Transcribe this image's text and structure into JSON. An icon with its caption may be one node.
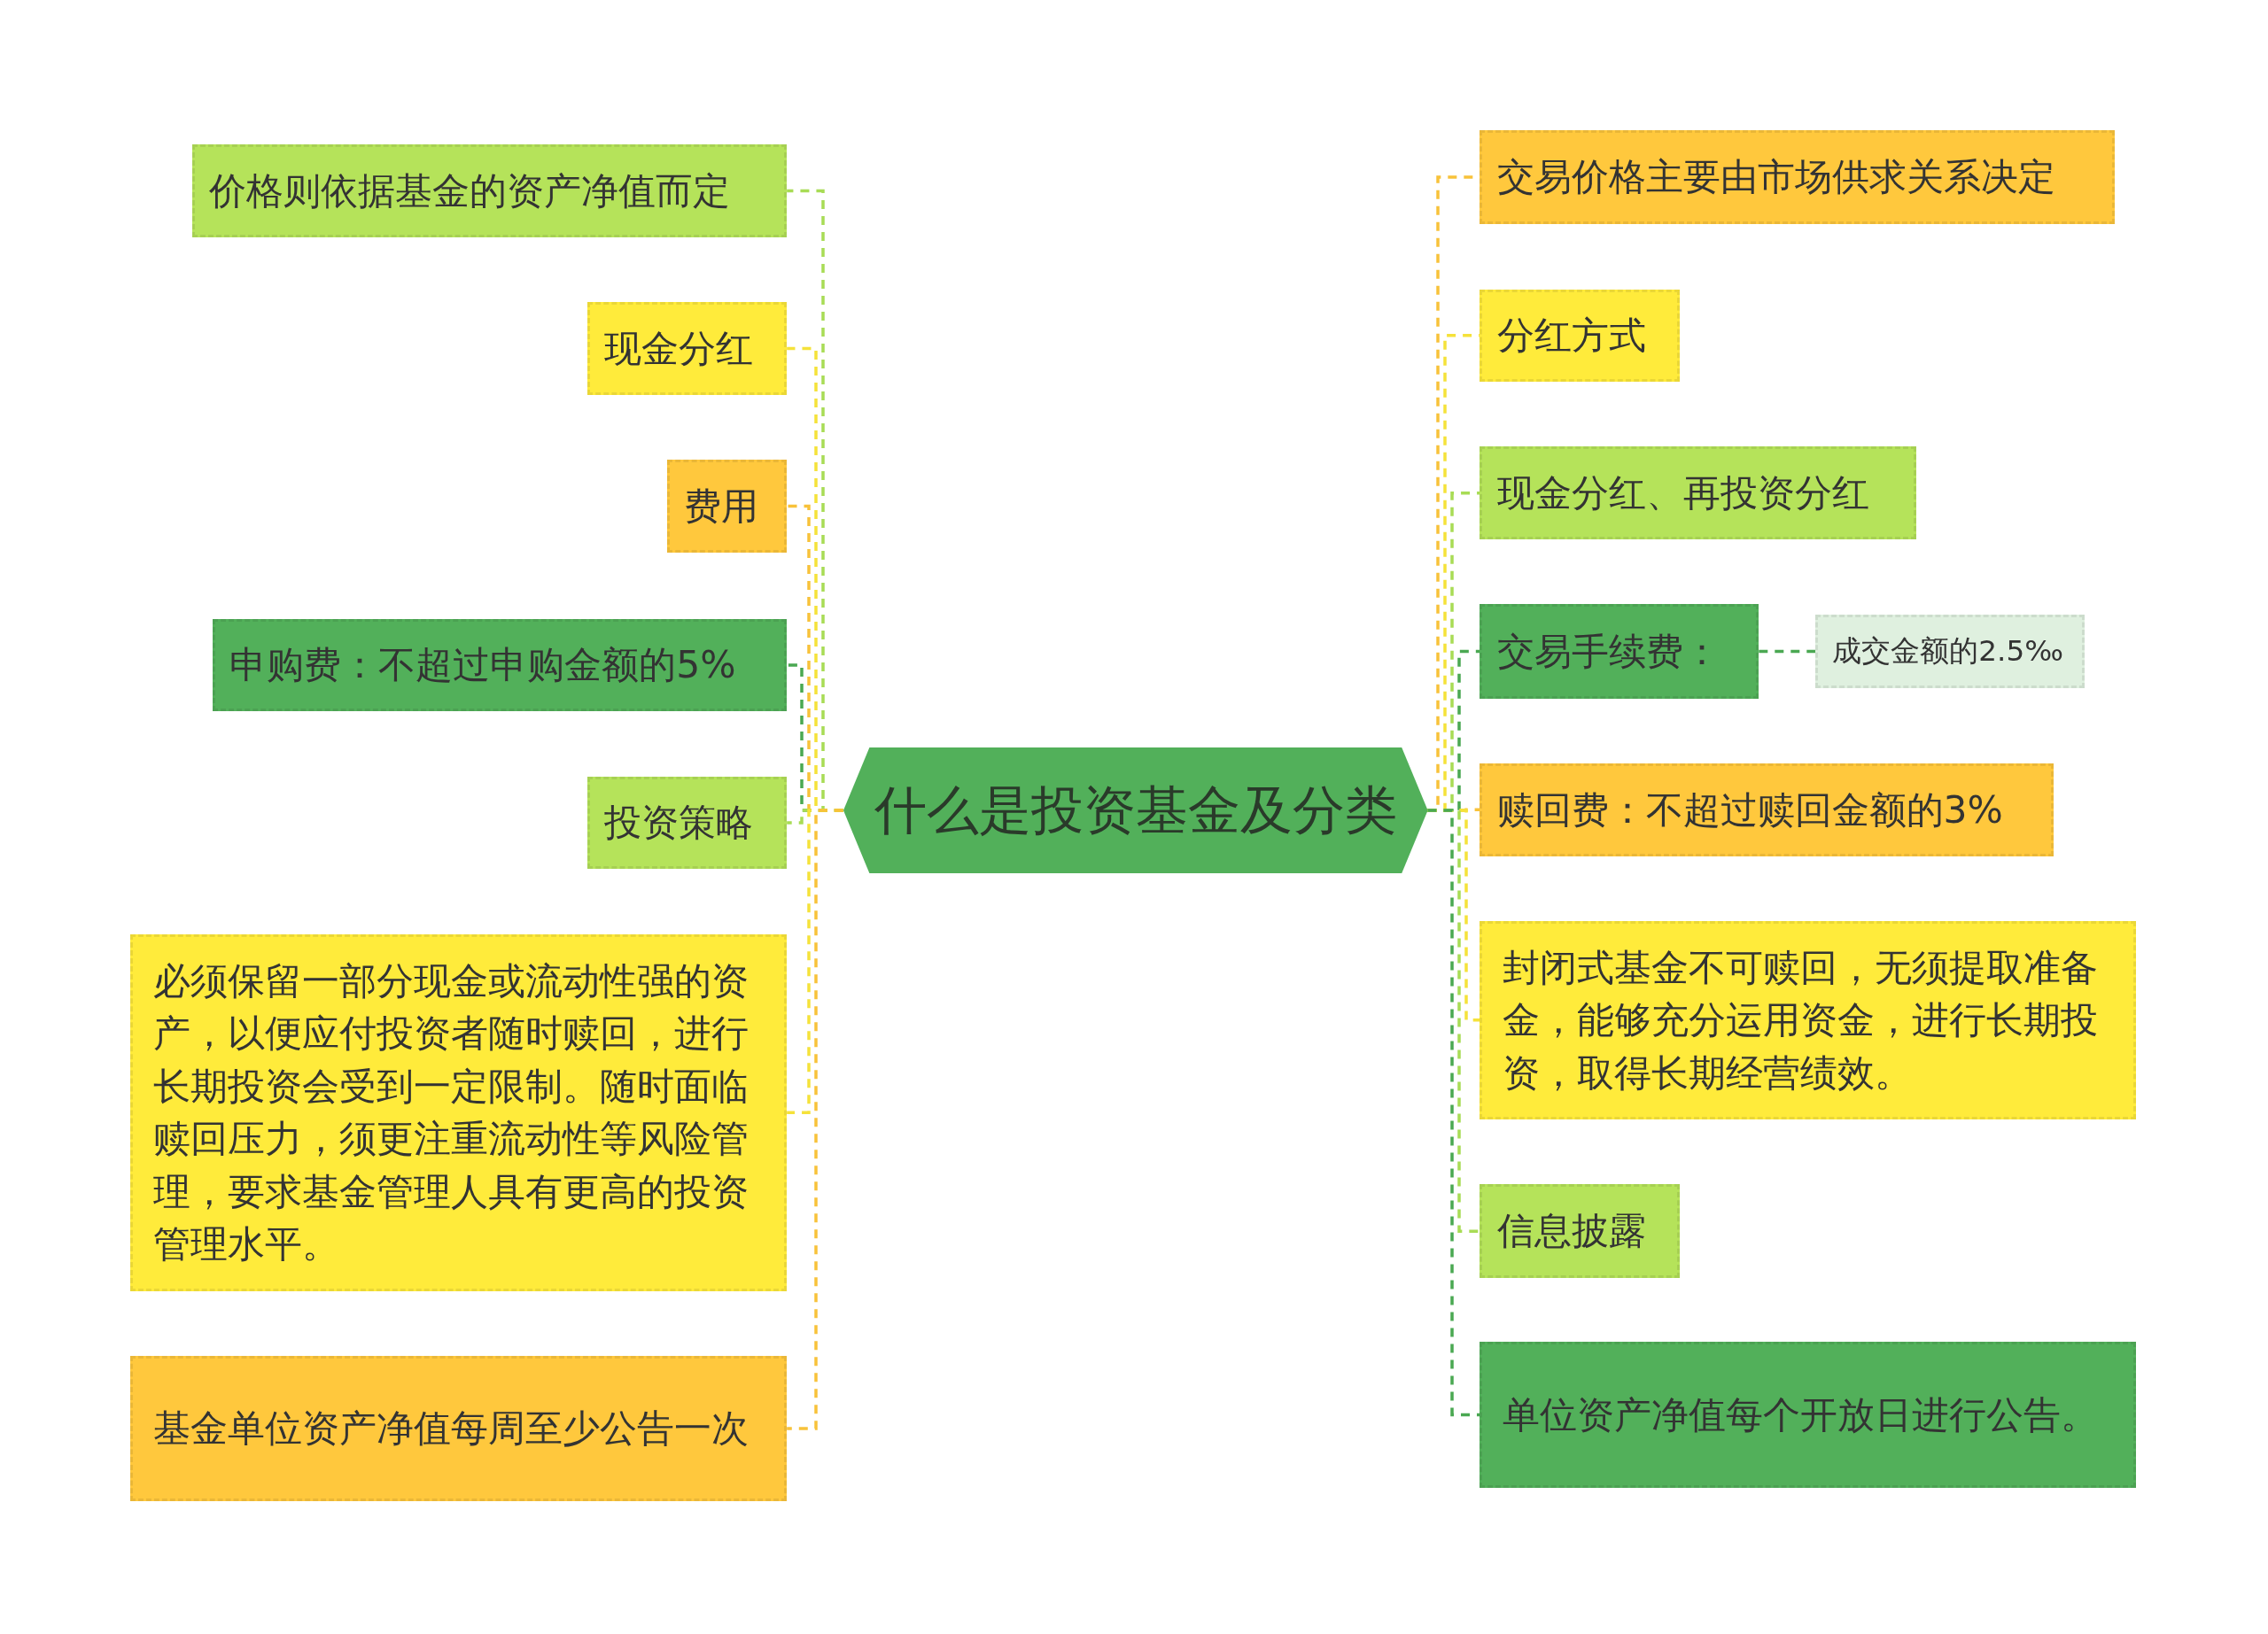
{
  "diagram": {
    "nodes": [
      {
        "text": [
          "什么是投资基金及分类"
        ]
      },
      {
        "text": [
          "价格则依据基金的资产净值而定"
        ]
      },
      {
        "text": [
          "现金分红"
        ]
      },
      {
        "text": [
          "费用"
        ]
      },
      {
        "text": [
          "申购费：不超过申购金额的5%"
        ]
      },
      {
        "text": [
          "投资策略"
        ]
      },
      {
        "text": [
          "必须保留一部分现金或流动性强的资产，以便应付投资者随时赎回，进行长期投资会受到一定限制。随时面临赎回压力，须更注重流动性等风险管理，要求基金管理人具有更高的投资管理水平。"
        ]
      },
      {
        "text": [
          "基金单位资产净值每周至少公告一次"
        ]
      },
      {
        "text": [
          "交易价格主要由市场供求关系决定"
        ]
      },
      {
        "text": [
          "分红方式"
        ]
      },
      {
        "text": [
          "现金分红、再投资分红"
        ]
      },
      {
        "text": [
          "交易手续费："
        ]
      },
      {
        "text": [
          "成交金额的2.5‰"
        ]
      },
      {
        "text": [
          "赎回费：不超过赎回金额的3%"
        ]
      },
      {
        "text": [
          "封闭式基金不可赎回，无须提取准备金，能够充分运用资金，进行长期投资，取得长期经营绩效。"
        ]
      },
      {
        "text": [
          "信息披露"
        ]
      },
      {
        "text": [
          "单位资产净值每个开放日进行公告。"
        ]
      }
    ],
    "edges": [
      {
        "from": 0,
        "to": 1,
        "arrow": "none",
        "color": "#a8dc55"
      },
      {
        "from": 0,
        "to": 2,
        "arrow": "none",
        "color": "#f5e23a"
      },
      {
        "from": 0,
        "to": 3,
        "arrow": "none",
        "color": "#f8c23a"
      },
      {
        "from": 0,
        "to": 4,
        "arrow": "none",
        "color": "#4aa852"
      },
      {
        "from": 0,
        "to": 5,
        "arrow": "none",
        "color": "#a8dc55"
      },
      {
        "from": 0,
        "to": 6,
        "arrow": "none",
        "color": "#f5e23a"
      },
      {
        "from": 0,
        "to": 7,
        "arrow": "none",
        "color": "#f8c23a"
      },
      {
        "from": 0,
        "to": 8,
        "arrow": "none",
        "color": "#f8c23a"
      },
      {
        "from": 0,
        "to": 9,
        "arrow": "none",
        "color": "#f5e23a"
      },
      {
        "from": 0,
        "to": 10,
        "arrow": "none",
        "color": "#a8dc55"
      },
      {
        "from": 0,
        "to": 11,
        "arrow": "none",
        "color": "#4aa852"
      },
      {
        "from": 11,
        "to": 12,
        "arrow": "none",
        "color": "#4aa852"
      },
      {
        "from": 0,
        "to": 13,
        "arrow": "none",
        "color": "#f8c23a"
      },
      {
        "from": 0,
        "to": 14,
        "arrow": "none",
        "color": "#f5e23a"
      },
      {
        "from": 0,
        "to": 15,
        "arrow": "none",
        "color": "#a8dc55"
      },
      {
        "from": 0,
        "to": 16,
        "arrow": "none",
        "color": "#4aa852"
      }
    ]
  }
}
